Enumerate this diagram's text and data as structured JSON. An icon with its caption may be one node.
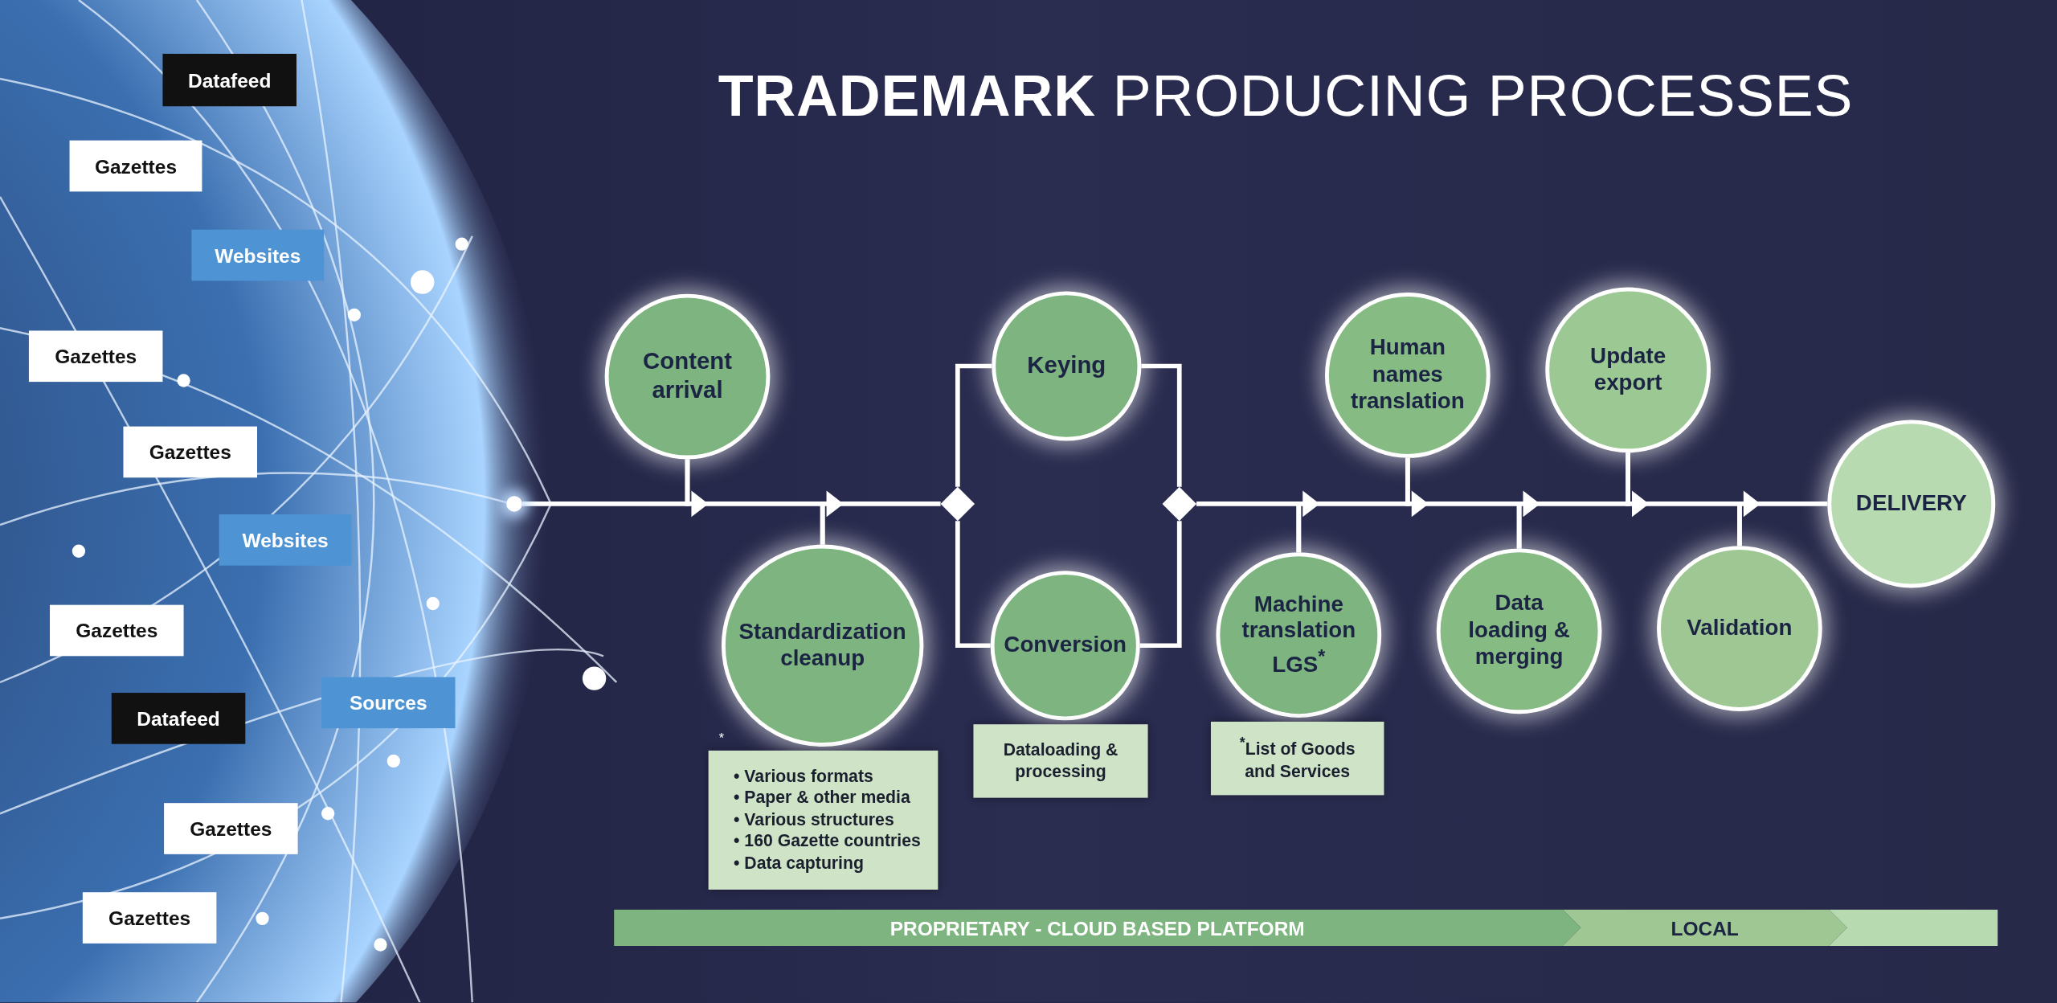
{
  "diagram": {
    "title": "**TRADEMARK** PRODUCING PROCESSES",
    "nodes": [
      {
        "text": [
          "Datafeed"
        ]
      },
      {
        "text": [
          "Gazettes"
        ]
      },
      {
        "text": [
          "Websites"
        ]
      },
      {
        "text": [
          "Gazettes"
        ]
      },
      {
        "text": [
          "Gazettes"
        ]
      },
      {
        "text": [
          "Websites"
        ]
      },
      {
        "text": [
          "Gazettes"
        ]
      },
      {
        "text": [
          "Datafeed"
        ]
      },
      {
        "text": [
          "Sources"
        ]
      },
      {
        "text": [
          "Gazettes"
        ]
      },
      {
        "text": [
          "Gazettes"
        ]
      },
      {
        "text": [],
        "shape": "circle"
      },
      {
        "text": [
          "Content arrival"
        ]
      },
      {
        "text": [
          "Standardization cleanup"
        ]
      },
      {
        "text": [
          "Keying"
        ]
      },
      {
        "text": [
          "Conversion"
        ]
      },
      {
        "text": [
          "Machine translation LGS$^{*}$"
        ]
      },
      {
        "text": [
          "Human names translation"
        ]
      },
      {
        "text": [
          "Data loading & merging"
        ]
      },
      {
        "text": [
          "Update export"
        ]
      },
      {
        "text": [
          "Validation"
        ]
      },
      {
        "text": [
          "DELIVERY"
        ]
      },
      {
        "text": [],
        "shape": "diamond"
      },
      {
        "text": [],
        "shape": "diamond"
      },
      {
        "text": [
          "• Various formats",
          "• Paper & other media",
          "• Various structures",
          "• 160 Gazette countries",
          "• Data capturing"
        ]
      },
      {
        "text": [
          "Dataloading & processing"
        ]
      },
      {
        "text": [
          "$^{*}$List of Goods and Services"
        ]
      },
      {
        "text": [
          "PROPRIETARY - CLOUD BASED PLATFORM"
        ]
      },
      {
        "text": [
          "LOCAL"
        ]
      },
      {
        "text": [],
        "shape": "bar"
      }
    ],
    "edges": [
      {
        "from": 11,
        "to": 12,
        "arrow": "none"
      },
      {
        "from": 12,
        "to": 13,
        "arrow": "to"
      },
      {
        "from": 13,
        "to": 22,
        "arrow": "to"
      },
      {
        "from": 22,
        "to": 14,
        "arrow": "none"
      },
      {
        "from": 22,
        "to": 15,
        "arrow": "none"
      },
      {
        "from": 14,
        "to": 23,
        "arrow": "none"
      },
      {
        "from": 15,
        "to": 23,
        "arrow": "none"
      },
      {
        "from": 23,
        "to": 16,
        "arrow": "none"
      },
      {
        "from": 16,
        "to": 17,
        "arrow": "to"
      },
      {
        "from": 17,
        "to": 18,
        "arrow": "to"
      },
      {
        "from": 18,
        "to": 19,
        "arrow": "to"
      },
      {
        "from": 19,
        "to": 20,
        "arrow": "to"
      },
      {
        "from": 20,
        "to": 21,
        "arrow": "to"
      }
    ],
    "labels": [
      "*"
    ]
  }
}
